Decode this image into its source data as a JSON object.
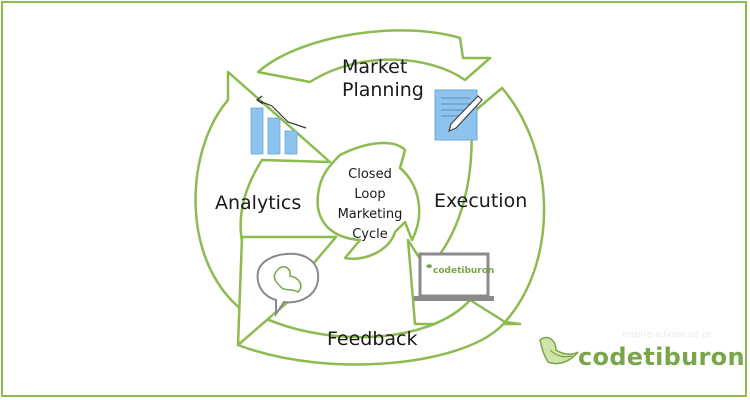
{
  "diagram": {
    "stages": {
      "planning": [
        "Market",
        "Planning"
      ],
      "execution": "Execution",
      "feedback": "Feedback",
      "analytics": "Analytics"
    },
    "center": [
      "Closed",
      "Loop",
      "Marketing",
      "Cycle"
    ]
  },
  "laptop_screen_text": "codetiburon",
  "brand": {
    "name": "codetiburon",
    "tagline": "inspire advanced pr",
    "color": "#7aa64a"
  },
  "colors": {
    "accent_green": "#8dbb4f",
    "icon_blue": "#8ec3ee",
    "gray": "#8a8a8a"
  },
  "icons": [
    "chart-icon",
    "notepad-icon",
    "laptop-icon",
    "speech-bubble-icon",
    "shark-logo-icon"
  ]
}
